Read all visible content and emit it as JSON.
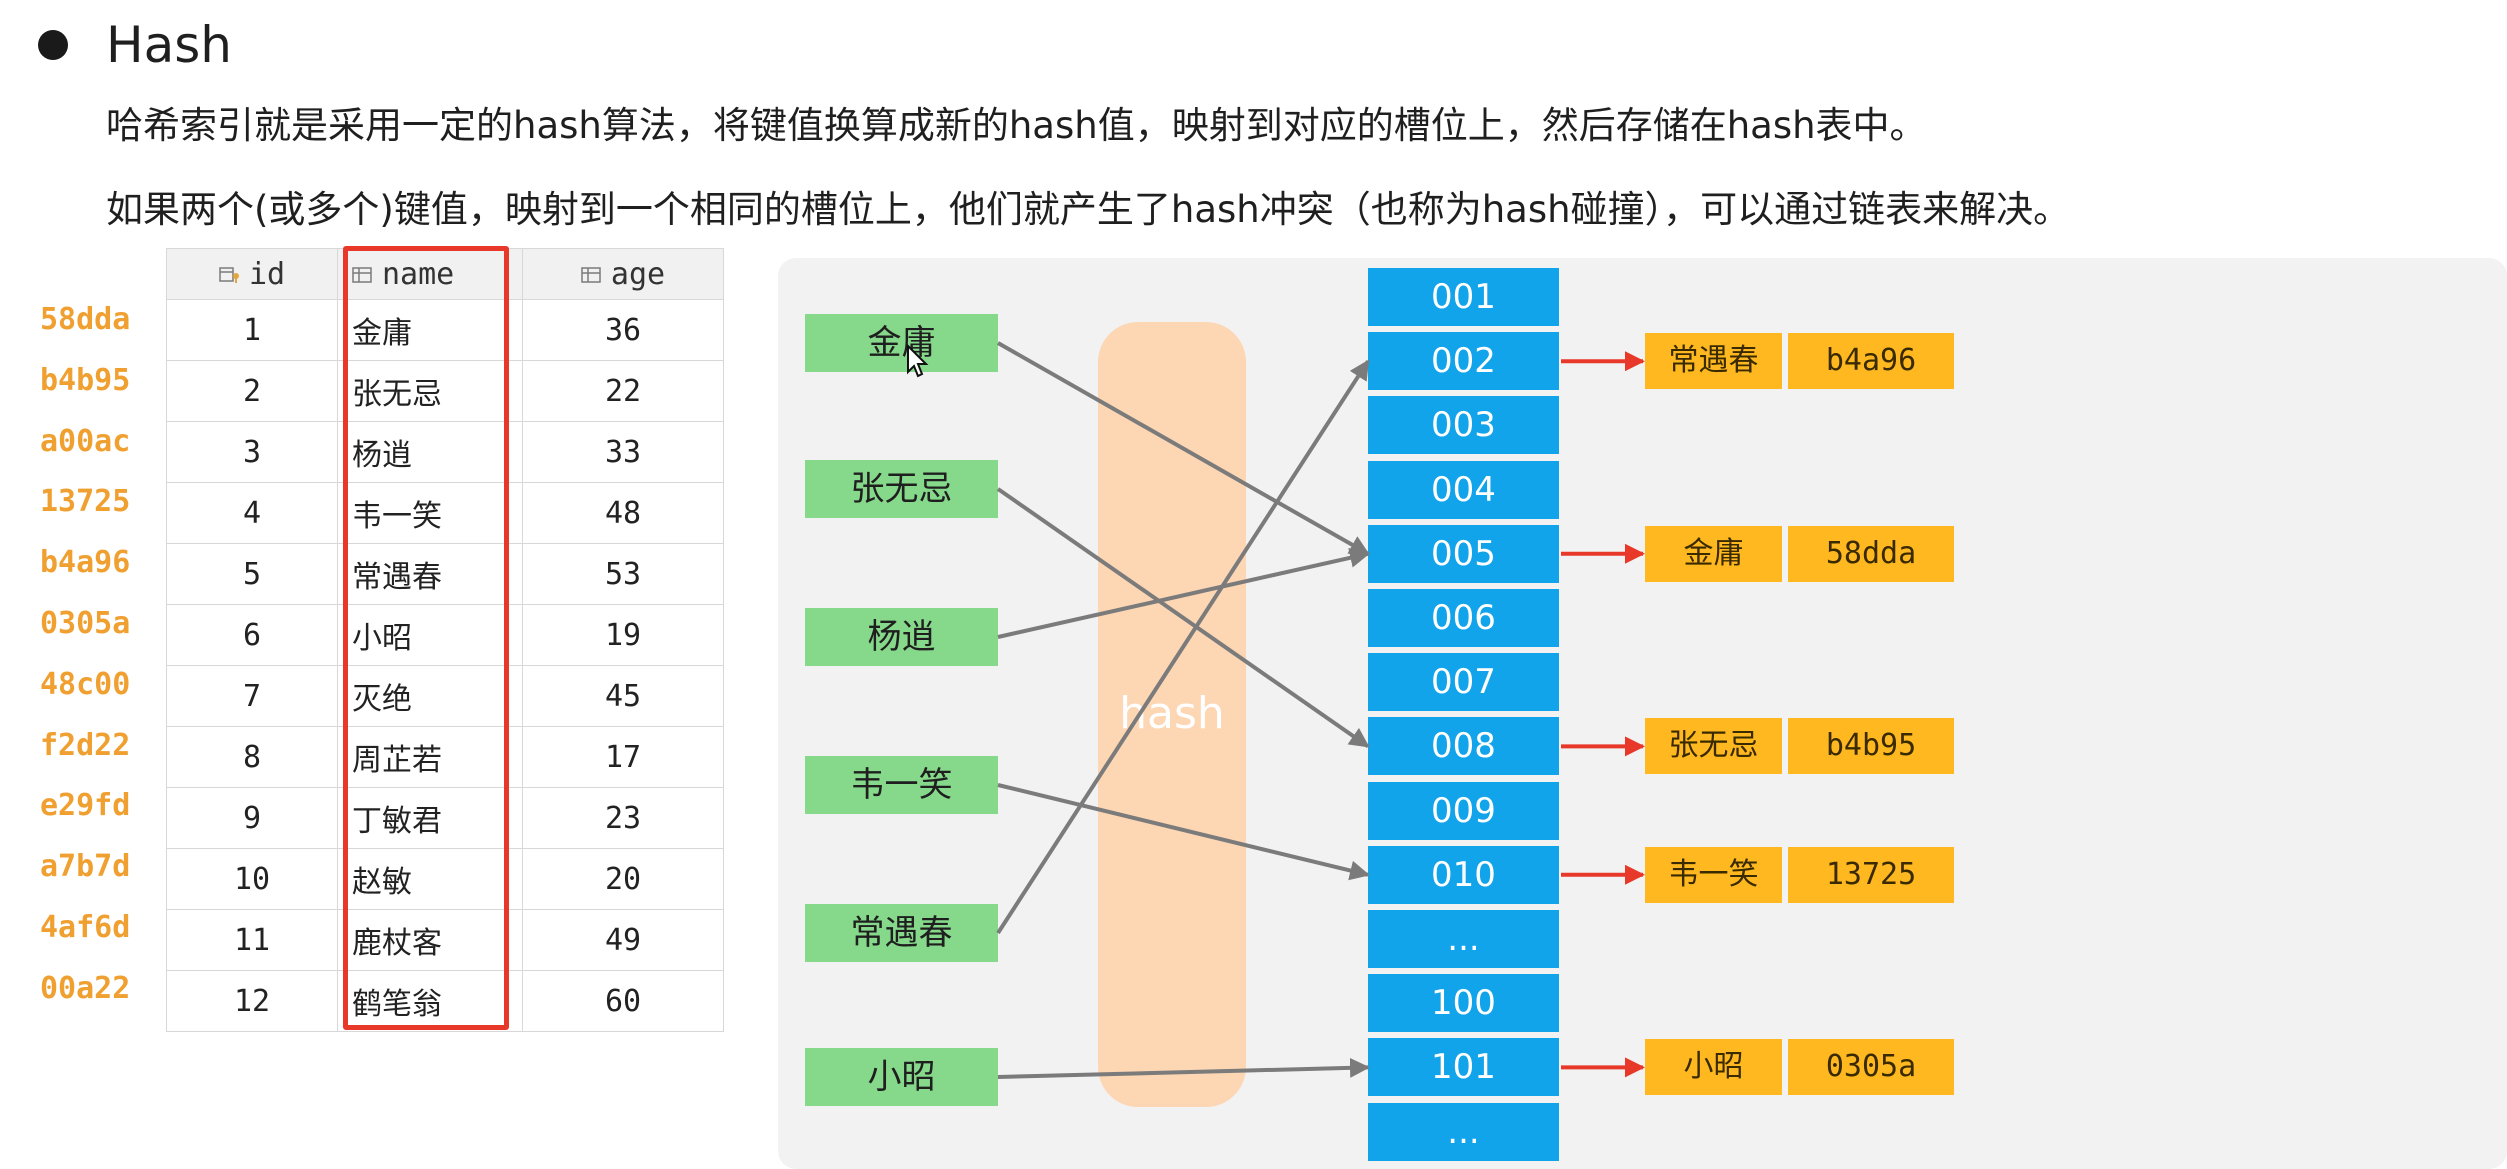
{
  "heading": "Hash",
  "para1": "哈希索引就是采用一定的hash算法，将键值换算成新的hash值，映射到对应的槽位上，然后存储在hash表中。",
  "para2": "如果两个(或多个)键值，映射到一个相同的槽位上，他们就产生了hash冲突（也称为hash碰撞），可以通过链表来解决。",
  "table": {
    "headers": {
      "id": "id",
      "name": "name",
      "age": "age"
    },
    "hashes": [
      "58dda",
      "b4b95",
      "a00ac",
      "13725",
      "b4a96",
      "0305a",
      "48c00",
      "f2d22",
      "e29fd",
      "a7b7d",
      "4af6d",
      "00a22"
    ],
    "rows": [
      {
        "id": "1",
        "name": "金庸",
        "age": "36"
      },
      {
        "id": "2",
        "name": "张无忌",
        "age": "22"
      },
      {
        "id": "3",
        "name": "杨逍",
        "age": "33"
      },
      {
        "id": "4",
        "name": "韦一笑",
        "age": "48"
      },
      {
        "id": "5",
        "name": "常遇春",
        "age": "53"
      },
      {
        "id": "6",
        "name": "小昭",
        "age": "19"
      },
      {
        "id": "7",
        "name": "灭绝",
        "age": "45"
      },
      {
        "id": "8",
        "name": "周芷若",
        "age": "17"
      },
      {
        "id": "9",
        "name": "丁敏君",
        "age": "23"
      },
      {
        "id": "10",
        "name": "赵敏",
        "age": "20"
      },
      {
        "id": "11",
        "name": "鹿杖客",
        "age": "49"
      },
      {
        "id": "12",
        "name": "鹤笔翁",
        "age": "60"
      }
    ]
  },
  "diagram": {
    "hash_label": "hash",
    "keys": [
      "金庸",
      "张无忌",
      "杨逍",
      "韦一笑",
      "常遇春",
      "小昭"
    ],
    "slots": [
      "001",
      "002",
      "003",
      "004",
      "005",
      "006",
      "007",
      "008",
      "009",
      "010",
      "...",
      "100",
      "101",
      "..."
    ],
    "mappings": [
      {
        "key": "金庸",
        "slot": "005"
      },
      {
        "key": "张无忌",
        "slot": "008"
      },
      {
        "key": "杨逍",
        "slot": "005"
      },
      {
        "key": "韦一笑",
        "slot": "010"
      },
      {
        "key": "常遇春",
        "slot": "002"
      },
      {
        "key": "小昭",
        "slot": "101"
      }
    ],
    "chains": [
      {
        "slot": "002",
        "name": "常遇春",
        "hash": "b4a96"
      },
      {
        "slot": "005",
        "name": "金庸",
        "hash": "58dda"
      },
      {
        "slot": "008",
        "name": "张无忌",
        "hash": "b4b95"
      },
      {
        "slot": "010",
        "name": "韦一笑",
        "hash": "13725"
      },
      {
        "slot": "101",
        "name": "小昭",
        "hash": "0305a"
      }
    ],
    "colors": {
      "key": "#86d98a",
      "slot": "#12a4ea",
      "chain": "#ffb81f",
      "arrow": "#e8382a",
      "line": "#7b7b7b",
      "hash_band": "#fdd6b4"
    }
  }
}
